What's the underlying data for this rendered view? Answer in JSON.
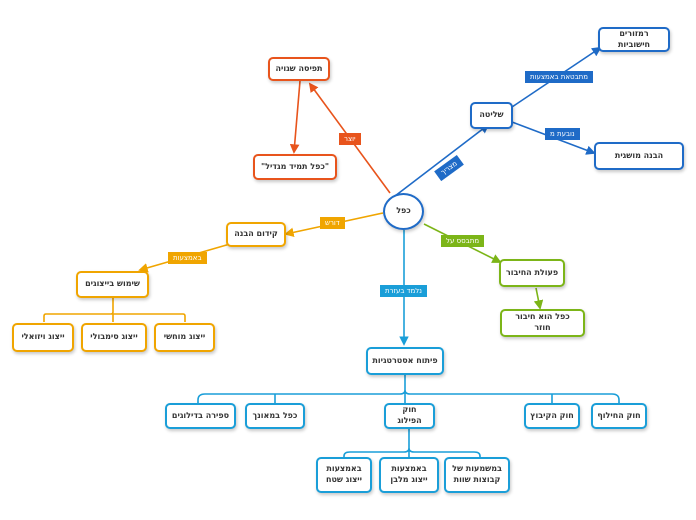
{
  "colors": {
    "blue": "#1f6bc7",
    "red": "#e8541c",
    "orange": "#f0a500",
    "green": "#7cb518",
    "cyan": "#1a9ed8",
    "text": "#333333"
  },
  "nodes": {
    "center": "כפל",
    "top_right_main": "שליטה",
    "top_right_a": "רמזורים חישוביות",
    "top_right_b": "הבנה מושגית",
    "red_a": "תפיסה שגויה",
    "red_b": "\"כפל תמיד מגדיל\"",
    "orange_main": "קידום הבנה",
    "orange_sub": "שימוש בייצוגים",
    "orange_1": "ייצוג ויזואלי",
    "orange_2": "ייצוג סימבולי",
    "orange_3": "ייצוג מוחשי",
    "green_main": "פעולת החיבור",
    "green_sub": "כפל הוא חיבור חוזר",
    "cyan_main": "פיתוח אסטרטגיות",
    "cyan_1": "ספירה בדילוגים",
    "cyan_2": "כפל במאונך",
    "cyan_3": "חוק הפילוג",
    "cyan_4": "חוק הקיבוץ",
    "cyan_5": "חוק החילוף",
    "cyan_sub_1": "באמצעות ייצוג שטח",
    "cyan_sub_2": "באמצעות ייצוג מלבן",
    "cyan_sub_3": "במשמעות של קבוצות שוות"
  },
  "labels": {
    "mecharich": "מצריך",
    "mitbatet": "מתבטאת באמצעות",
    "novaat": "נובעת מ",
    "yotzer": "יוצר",
    "doresh": "דורש",
    "beemtzaut": "באמצעות",
    "mitbases": "מתבסס על",
    "nilmad": "נלמד בעזרת"
  }
}
